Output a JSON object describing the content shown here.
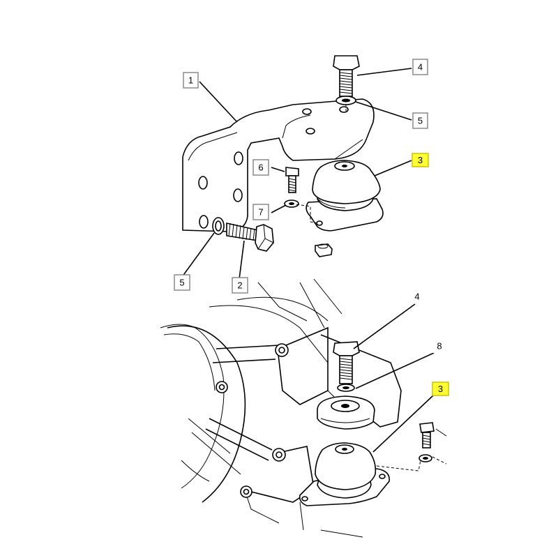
{
  "diagram": {
    "callouts": {
      "top_1": "1",
      "top_2": "2",
      "top_3": "3",
      "top_4": "4",
      "top_5a": "5",
      "top_5b": "5",
      "top_6": "6",
      "top_7": "7",
      "bot_3": "3",
      "bot_4": "4",
      "bot_8": "8"
    },
    "highlight_color": "#ffff33"
  }
}
